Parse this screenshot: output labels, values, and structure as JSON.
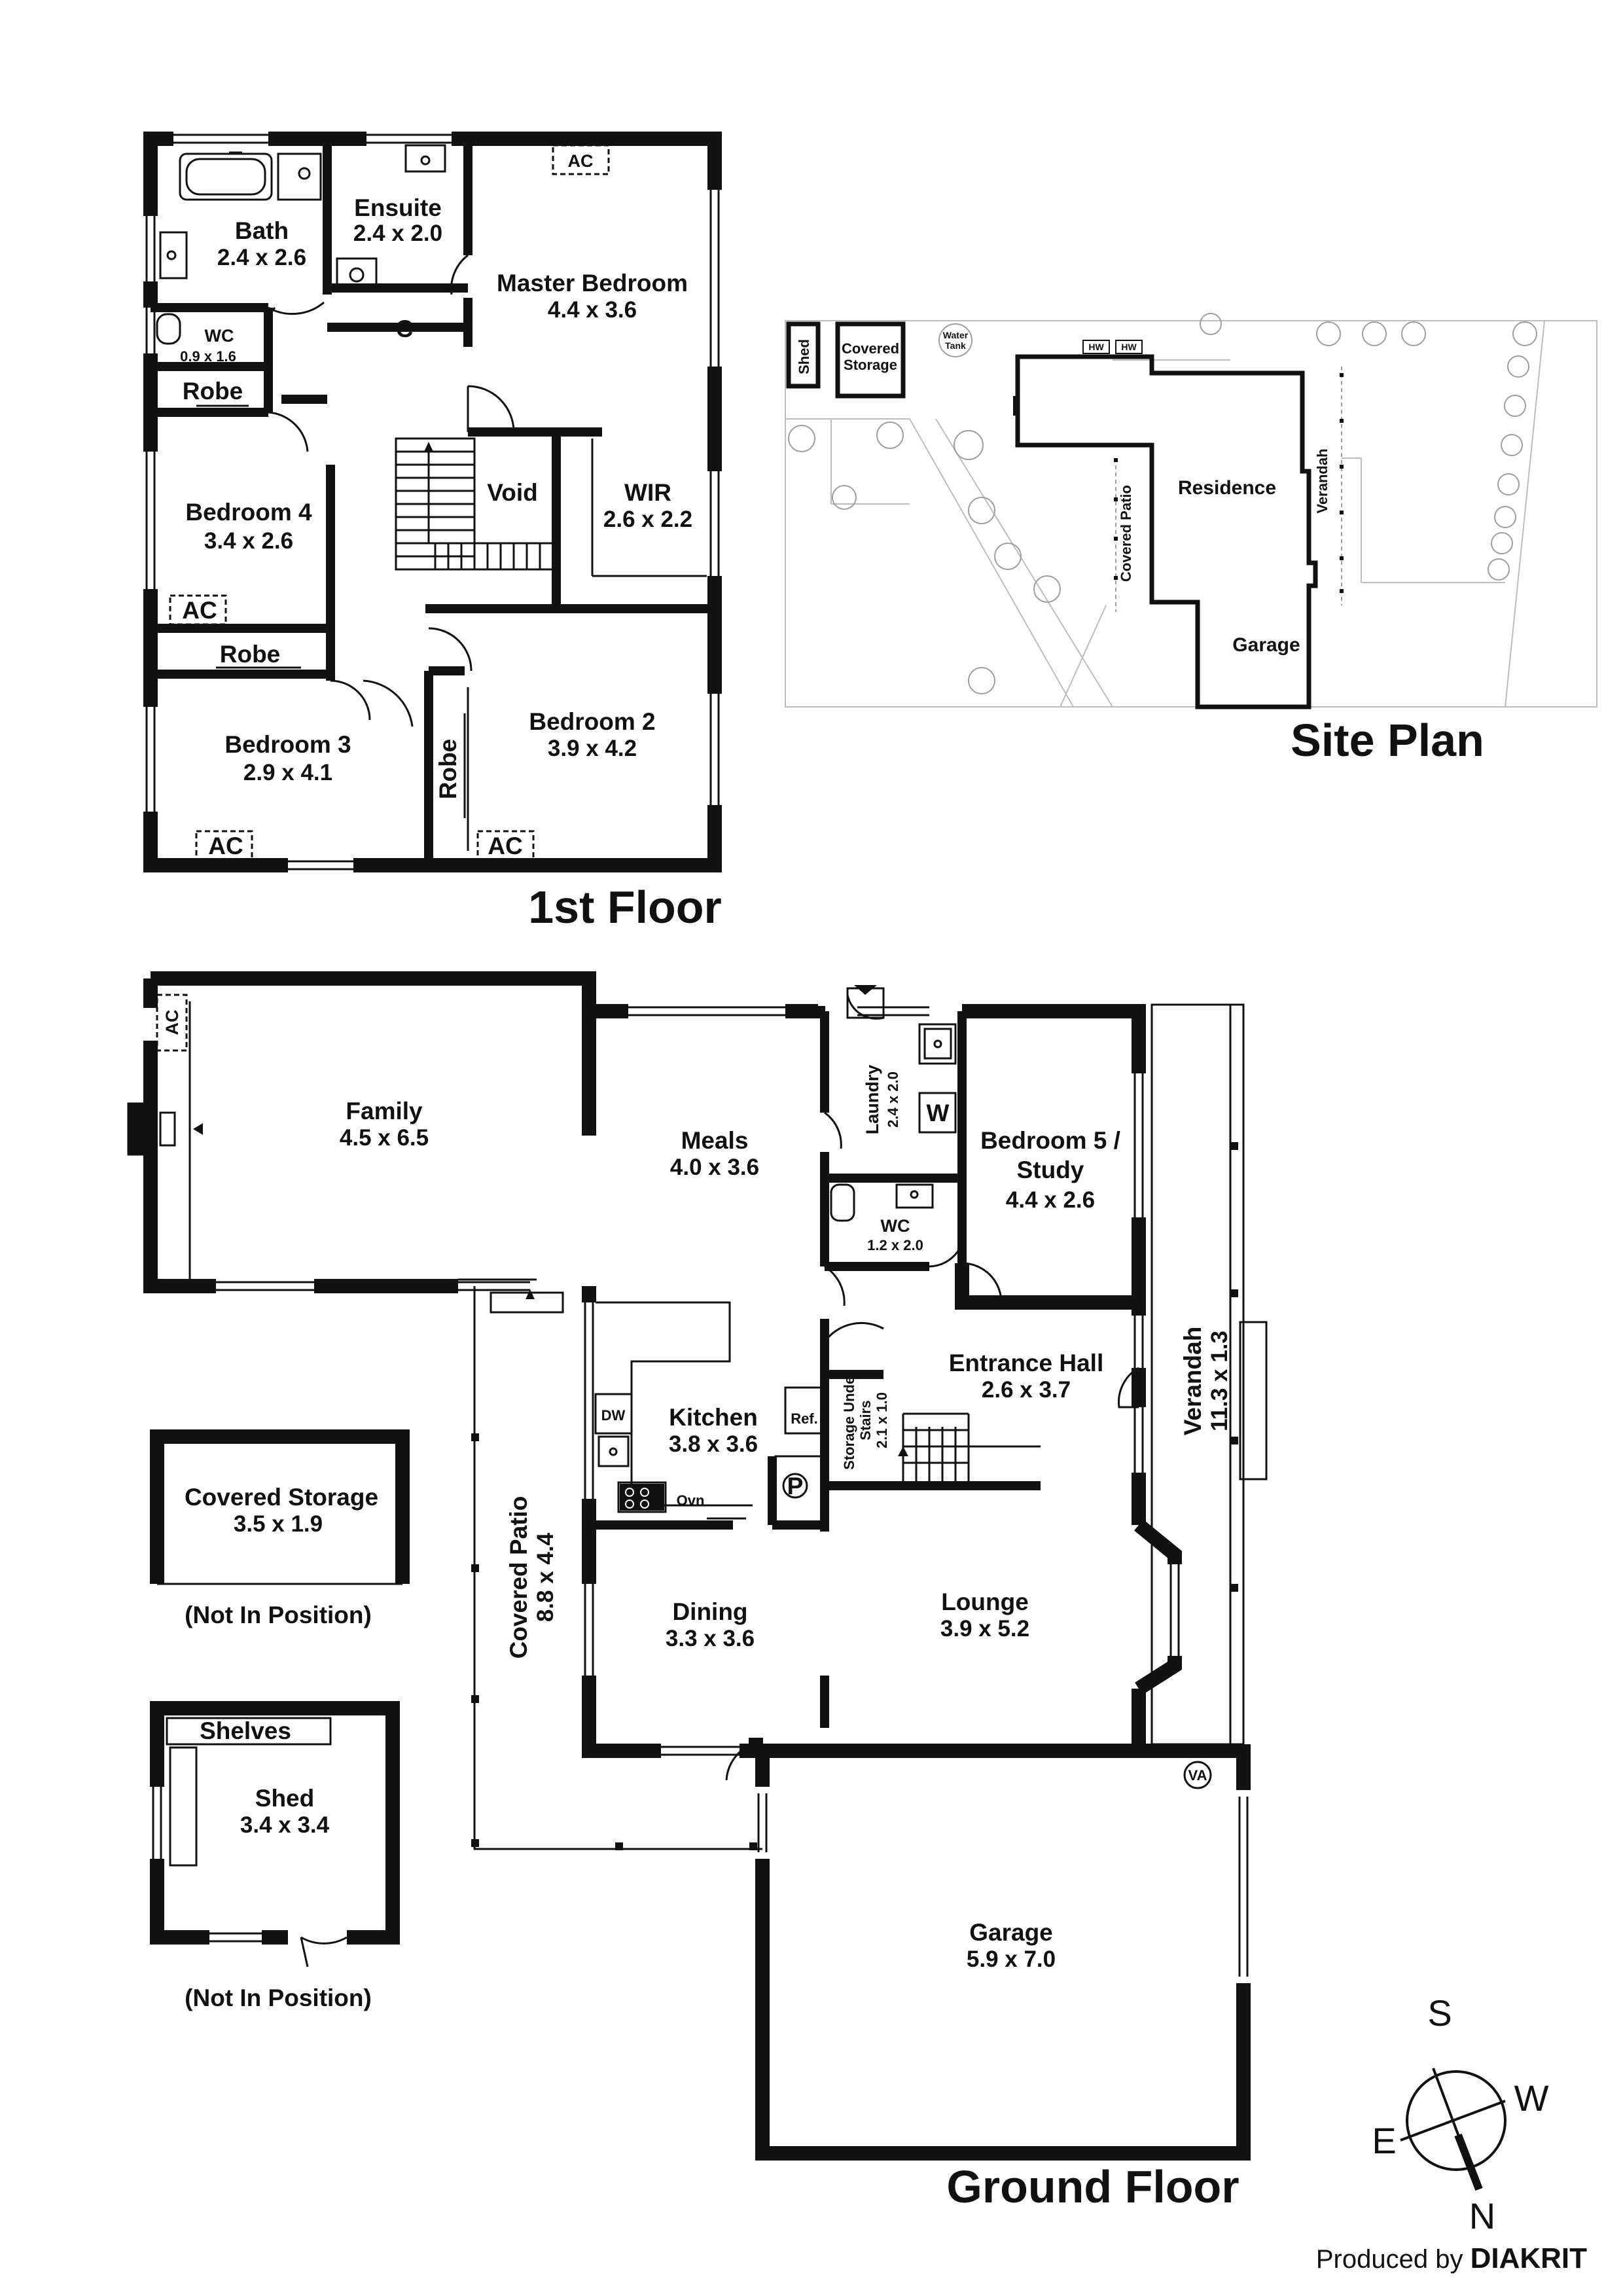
{
  "first_floor": {
    "title": "1st Floor",
    "rooms": {
      "bath": {
        "name": "Bath",
        "dim": "2.4 x 2.6"
      },
      "ensuite": {
        "name": "Ensuite",
        "dim": "2.4 x 2.0"
      },
      "master": {
        "name": "Master Bedroom",
        "dim": "4.4 x 3.6"
      },
      "wc": {
        "name": "WC",
        "dim": "0.9 x 1.6"
      },
      "c": {
        "name": "C"
      },
      "robe4": {
        "name": "Robe"
      },
      "bed4": {
        "name": "Bedroom 4",
        "dim": "3.4 x 2.6"
      },
      "void": {
        "name": "Void"
      },
      "wir": {
        "name": "WIR",
        "dim": "2.6 x 2.2"
      },
      "robe3": {
        "name": "Robe"
      },
      "bed3": {
        "name": "Bedroom 3",
        "dim": "2.9 x 4.1"
      },
      "bed2": {
        "name": "Bedroom 2",
        "dim": "3.9 x 4.2"
      },
      "robe2": {
        "name": "Robe"
      }
    },
    "ac": [
      "AC",
      "AC",
      "AC",
      "AC"
    ]
  },
  "site_plan": {
    "title": "Site Plan",
    "labels": {
      "shed": "Shed",
      "covered_storage": [
        "Covered",
        "Storage"
      ],
      "water_tank": [
        "Water",
        "Tank"
      ],
      "hw": [
        "HW",
        "HW"
      ],
      "residence": "Residence",
      "garage": "Garage",
      "covered_patio": "Covered Patio",
      "verandah": "Verandah"
    }
  },
  "ground_floor": {
    "title": "Ground Floor",
    "rooms": {
      "family": {
        "name": "Family",
        "dim": "4.5 x 6.5"
      },
      "meals": {
        "name": "Meals",
        "dim": "4.0 x 3.6"
      },
      "laundry": {
        "name": "Laundry",
        "dim": "2.4 x 2.0"
      },
      "w": {
        "name": "W"
      },
      "bed5": {
        "name_1": "Bedroom 5 /",
        "name_2": "Study",
        "dim": "4.4 x 2.6"
      },
      "wc": {
        "name": "WC",
        "dim": "1.2 x 2.0"
      },
      "entrance": {
        "name": "Entrance Hall",
        "dim": "2.6 x 3.7"
      },
      "storage_stairs": {
        "name_1": "Storage Under",
        "name_2": "Stairs",
        "dim": "2.1 x 1.0"
      },
      "verandah": {
        "name": "Verandah",
        "dim": "11.3 x 1.3"
      },
      "kitchen": {
        "name": "Kitchen",
        "dim": "3.8 x 3.6"
      },
      "dw": {
        "name": "DW"
      },
      "ref": {
        "name": "Ref."
      },
      "ovn": {
        "name": "Ovn"
      },
      "p": {
        "name": "P"
      },
      "covered_patio": {
        "name": "Covered Patio",
        "dim": "8.8 x 4.4"
      },
      "dining": {
        "name": "Dining",
        "dim": "3.3 x 3.6"
      },
      "lounge": {
        "name": "Lounge",
        "dim": "3.9 x 5.2"
      },
      "garage": {
        "name": "Garage",
        "dim": "5.9 x 7.0"
      },
      "va": {
        "name": "VA"
      }
    },
    "ac": "AC"
  },
  "outbuildings": {
    "covered_storage": {
      "name": "Covered Storage",
      "dim": "3.5 x 1.9",
      "note": "(Not In Position)"
    },
    "shed": {
      "name": "Shed",
      "dim": "3.4 x 3.4",
      "shelves": "Shelves",
      "note": "(Not In Position)"
    }
  },
  "compass": {
    "s": "S",
    "w": "W",
    "e": "E",
    "n": "N"
  },
  "credit": {
    "prefix": "Produced by ",
    "brand": "DIAKRIT"
  }
}
